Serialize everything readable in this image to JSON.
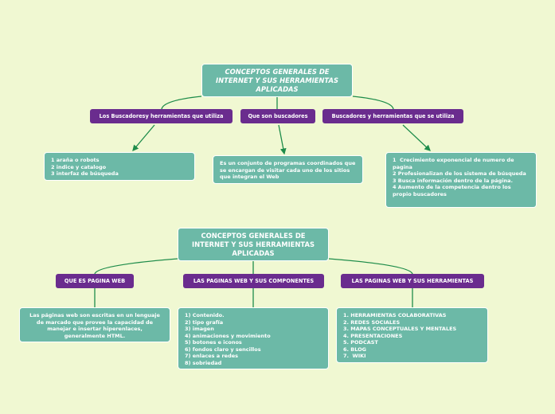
{
  "colors": {
    "background": "#f0f8d2",
    "main_topic": "#6cb9a7",
    "subtopic": "#6a2c8e",
    "connector": "#1e8c4a"
  },
  "map1": {
    "root": "CONCEPTOS GENERALES DE INTERNET Y SUS HERRAMIENTAS APLICADAS",
    "subtopics": [
      {
        "label": "Los Buscadoresy herramientas que utiliza",
        "detail": [
          "1 araña o robots",
          "2 indice y catalogo",
          "3 interfaz de búsqueda"
        ]
      },
      {
        "label": "Que son buscadores",
        "detail": [
          "Es un conjunto de programas coordinados que se encargan de visitar cada uno de los sitios que integran el Web"
        ]
      },
      {
        "label": "Buscadores y herramientas que se utiliza",
        "detail": [
          "1  Crecimiento exponencial de numero de pagina",
          "2 Profesionalizan de los sistema de búsqueda",
          "3 Busca información dentro de la página.",
          "4 Aumento de la competencia dentro los propio buscadores"
        ]
      }
    ]
  },
  "map2": {
    "root": "CONCEPTOS GENERALES DE INTERNET Y SUS HERRAMIENTAS APLICADAS",
    "subtopics": [
      {
        "label": "QUE ES PAGINA WEB",
        "detail": [
          "Las páginas web son escritas en un lenguaje de marcado que provee la capacidad de manejar e insertar hiperenlaces, generalmente HTML."
        ]
      },
      {
        "label": "LAS PAGINAS WEB Y SUS COMPONENTES",
        "detail": [
          "1) Contenido.",
          "2) tipo grafía",
          "3) imagen",
          "4) animaciones y movimiento",
          "5) botones e iconos",
          "6) fondos claro y sencillos",
          "7) enlaces a redes",
          "8) sobriedad"
        ]
      },
      {
        "label": "LAS PAGINAS WEB Y SUS HERRAMIENTAS",
        "detail": [
          "1. HERRAMIENTAS COLABORATIVAS",
          "2. REDES SOCIALES",
          "3. MAPAS CONCEPTUALES Y MENTALES",
          "4. PRESENTACIONES",
          "5. PODCAST",
          "6. BLOG",
          "7.  WIKI"
        ]
      }
    ]
  }
}
